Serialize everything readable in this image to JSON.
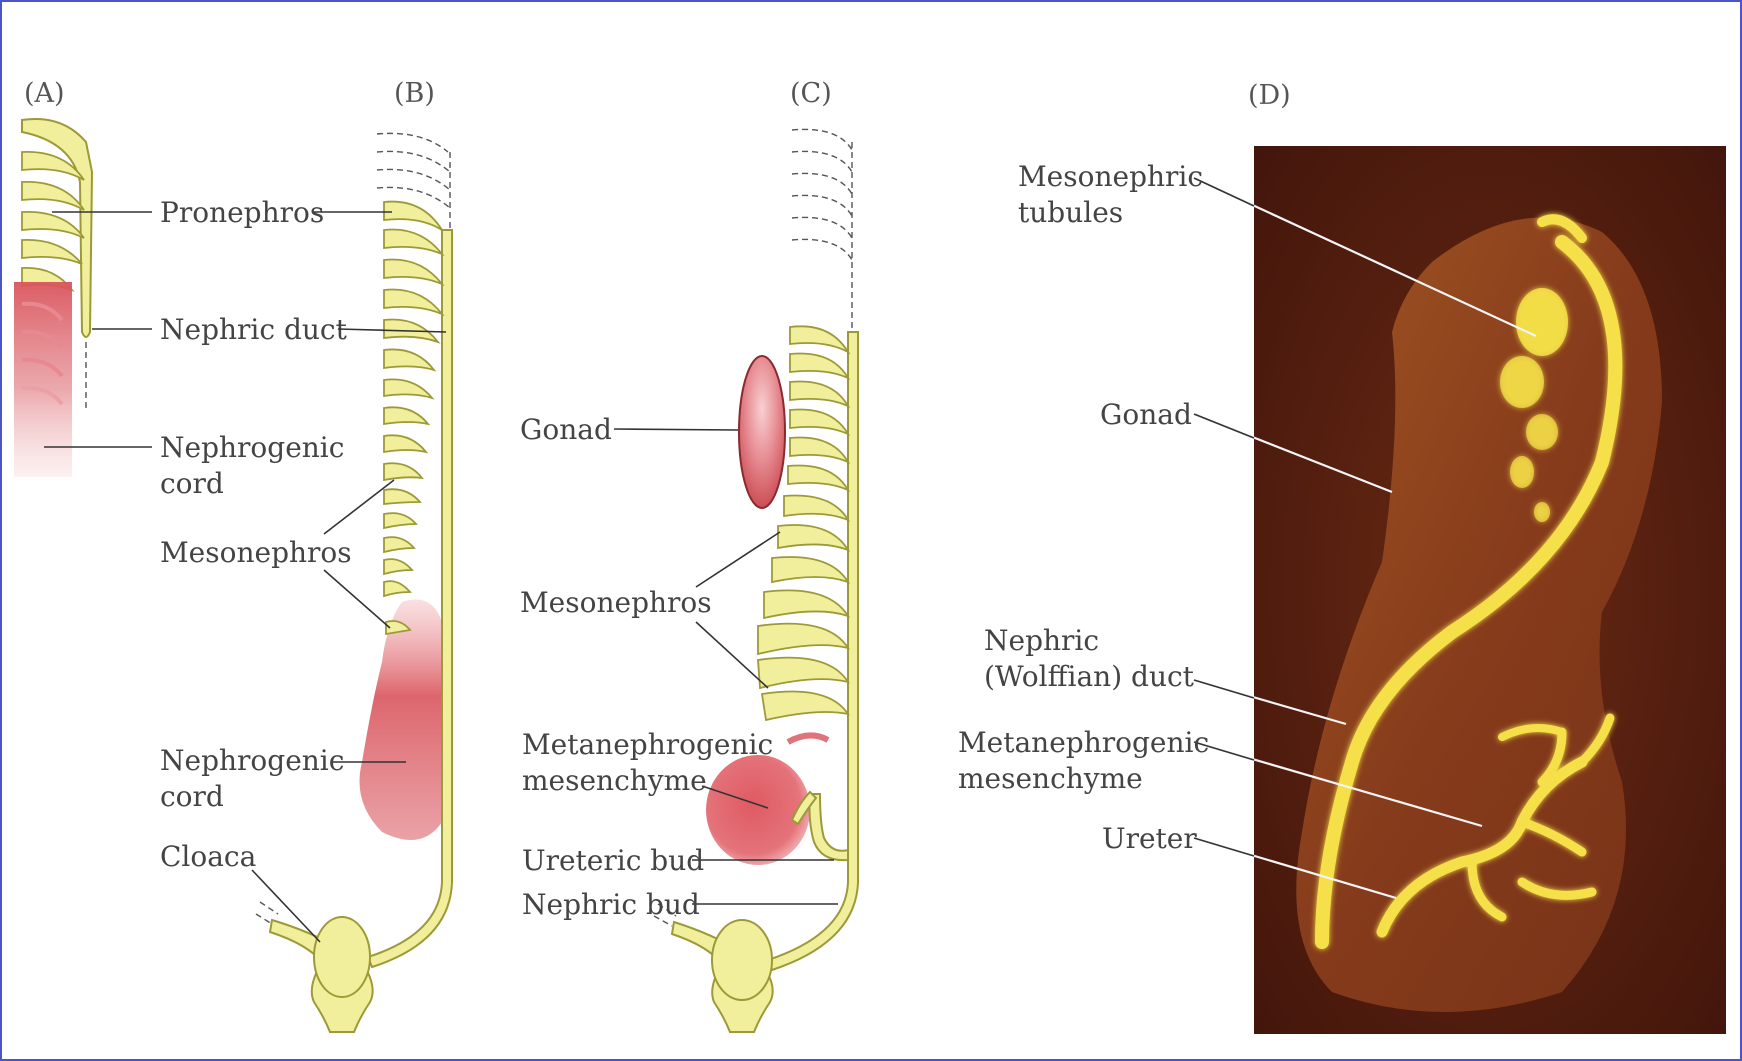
{
  "panels": {
    "a": {
      "letter": "(A)",
      "labels": {
        "pronephros": "Pronephros",
        "nephric_duct": "Nephric duct",
        "nephrogenic_cord_1": "Nephrogenic",
        "nephrogenic_cord_2": "cord"
      }
    },
    "b": {
      "letter": "(B)",
      "labels": {
        "mesonephros": "Mesonephros",
        "nephrogenic_cord_1": "Nephrogenic",
        "nephrogenic_cord_2": "cord",
        "cloaca": "Cloaca"
      }
    },
    "c": {
      "letter": "(C)",
      "labels": {
        "gonad": "Gonad",
        "mesonephros": "Mesonephros",
        "metanephrogenic_1": "Metanephrogenic",
        "metanephrogenic_2": "mesenchyme",
        "ureteric_bud": "Ureteric bud",
        "nephric_bud": "Nephric bud"
      }
    },
    "d": {
      "letter": "(D)",
      "labels": {
        "mesonephric_tubules_1": "Mesonephric",
        "mesonephric_tubules_2": "tubules",
        "gonad": "Gonad",
        "nephric_duct_1": "Nephric",
        "nephric_duct_2": "(Wolffian) duct",
        "metanephrogenic_1": "Metanephrogenic",
        "metanephrogenic_2": "mesenchyme",
        "ureter": "Ureter"
      }
    }
  },
  "colors": {
    "duct_fill": "#f2ef9c",
    "duct_stroke": "#9c9a38",
    "mesenchyme_red": "#d9545c",
    "photo_background": "#4a1a10",
    "photo_glow": "#f6e048",
    "frame": "#4a55cc"
  }
}
